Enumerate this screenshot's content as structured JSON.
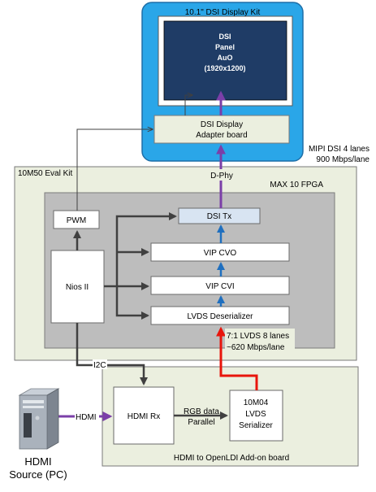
{
  "colors": {
    "dsi_kit_fill": "#2aa6e8",
    "dsi_kit_stroke": "#1e6fa8",
    "panel_fill": "#1f3c66",
    "panel_text": "#ffffff",
    "eval_kit_fill": "#ebefdf",
    "fpga_fill": "#bdbdbd",
    "block_fill": "#ffffff",
    "dsi_tx_fill": "#d8e4f2",
    "adapter_fill": "#ebefdf",
    "addon_fill": "#ebefdf",
    "arrow_blue": "#1f6fbf",
    "arrow_purple": "#7b3fa8",
    "arrow_red": "#e8150c",
    "arrow_gray": "#404040"
  },
  "dsi_kit": {
    "title": "10.1\" DSI Display Kit",
    "panel_lines": [
      "DSI",
      "Panel",
      "AuO",
      "(1920x1200)"
    ],
    "adapter_lines": [
      "DSI Display",
      "Adapter board"
    ]
  },
  "mipi_label": [
    "MIPI DSI 4 lanes",
    "900 Mbps/lane"
  ],
  "eval_kit": {
    "title": "10M50 Eval Kit"
  },
  "fpga": {
    "title": "MAX 10 FPGA",
    "blocks": {
      "dsi_tx": "DSI Tx",
      "vip_cvo": "VIP CVO",
      "vip_cvi": "VIP CVI",
      "lvds_deser": "LVDS Deserializer",
      "pwm": "PWM",
      "nios": "Nios II"
    }
  },
  "dphy_label": "D-Phy",
  "lvds_label": [
    "7:1 LVDS 8 lanes",
    "~620 Mbps/lane"
  ],
  "i2c_label": "I2C",
  "addon": {
    "title": "HDMI to OpenLDI Add-on board",
    "hdmi_rx": "HDMI Rx",
    "rgb_lines": [
      "RGB data",
      "Parallel"
    ],
    "serializer_lines": [
      "10M04",
      "LVDS",
      "Serializer"
    ]
  },
  "hdmi_link_label": "HDMI",
  "source_lines": [
    "HDMI",
    "Source (PC)"
  ]
}
